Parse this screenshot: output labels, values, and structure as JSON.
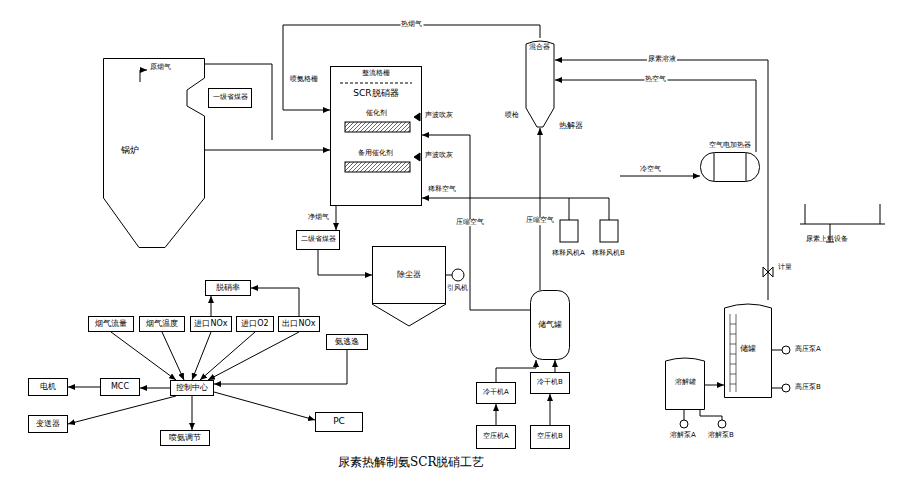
{
  "diagram": {
    "caption": "尿素热解制氨SCR脱硝工艺",
    "nodes": [
      {
        "text": [
          "锅炉"
        ]
      },
      {
        "text": [
          "一级省煤器"
        ]
      },
      {
        "text": [
          "SCR脱硝器"
        ]
      },
      {
        "text": [
          "二级省煤器"
        ]
      },
      {
        "text": [
          "除尘器"
        ]
      },
      {
        "text": [
          "热解器"
        ]
      },
      {
        "text": [
          "空气电加热器"
        ]
      },
      {
        "text": [
          "储气罐"
        ]
      },
      {
        "text": [
          "冷干机A"
        ]
      },
      {
        "text": [
          "冷干机B"
        ]
      },
      {
        "text": [
          "空压机A"
        ]
      },
      {
        "text": [
          "空压机B"
        ]
      },
      {
        "text": [
          "储罐"
        ]
      },
      {
        "text": [
          "溶解罐"
        ]
      },
      {
        "text": [
          "脱硝率"
        ]
      },
      {
        "text": [
          "烟气流量"
        ]
      },
      {
        "text": [
          "烟气温度"
        ]
      },
      {
        "text": [
          "进口NOx"
        ]
      },
      {
        "text": [
          "进口O2"
        ]
      },
      {
        "text": [
          "出口NOx"
        ]
      },
      {
        "text": [
          "氨逃逸"
        ]
      },
      {
        "text": [
          "控制中心"
        ]
      },
      {
        "text": [
          "MCC"
        ]
      },
      {
        "text": [
          "电机"
        ]
      },
      {
        "text": [
          "变送器"
        ]
      },
      {
        "text": [
          "喷氨调节"
        ]
      },
      {
        "text": [
          "PC"
        ]
      }
    ],
    "edges": [
      {
        "from": 0,
        "to": 2,
        "arrow": "to"
      },
      {
        "from": 2,
        "to": 3,
        "label": "净烟气",
        "arrow": "to"
      },
      {
        "from": 3,
        "to": 4,
        "arrow": "to"
      },
      {
        "from": 5,
        "to": 2,
        "label": "热烟气",
        "arrow": "to"
      },
      {
        "from": 6,
        "to": 5,
        "label": "热空气",
        "arrow": "to"
      },
      {
        "from": 12,
        "to": 5,
        "label": "尿素溶液",
        "arrow": "to"
      },
      {
        "from": 7,
        "to": 5,
        "label": "压缩空气",
        "arrow": "to"
      },
      {
        "from": 7,
        "to": 2,
        "label": "压缩空气",
        "arrow": "to"
      },
      {
        "from": 8,
        "to": 7,
        "arrow": "to"
      },
      {
        "from": 9,
        "to": 7,
        "arrow": "to"
      },
      {
        "from": 10,
        "to": 8,
        "arrow": "to"
      },
      {
        "from": 11,
        "to": 9,
        "arrow": "to"
      },
      {
        "from": 13,
        "to": 12,
        "arrow": "to"
      },
      {
        "from": 17,
        "to": 14,
        "arrow": "to"
      },
      {
        "from": 19,
        "to": 14,
        "arrow": "to"
      },
      {
        "from": 15,
        "to": 21,
        "arrow": "to"
      },
      {
        "from": 16,
        "to": 21,
        "arrow": "to"
      },
      {
        "from": 17,
        "to": 21,
        "arrow": "to"
      },
      {
        "from": 18,
        "to": 21,
        "arrow": "to"
      },
      {
        "from": 19,
        "to": 21,
        "arrow": "to"
      },
      {
        "from": 20,
        "to": 21,
        "arrow": "to"
      },
      {
        "from": 21,
        "to": 22,
        "arrow": "to"
      },
      {
        "from": 22,
        "to": 23,
        "arrow": "to"
      },
      {
        "from": 21,
        "to": 24,
        "arrow": "to"
      },
      {
        "from": 21,
        "to": 25,
        "arrow": "to"
      },
      {
        "from": 21,
        "to": 26,
        "arrow": "to"
      }
    ],
    "labels": [
      "原烟气",
      "喷氨格栅",
      "整流格栅",
      "催化剂",
      "备用催化剂",
      "声波吹灰",
      "声波吹灰",
      "混合器",
      "喷枪",
      "稀释空气",
      "冷空气",
      "稀释风机A",
      "稀释风机B",
      "引风机",
      "计量",
      "尿素上料设备",
      "溶解泵A",
      "溶解泵B",
      "高压泵A",
      "高压泵B"
    ]
  }
}
